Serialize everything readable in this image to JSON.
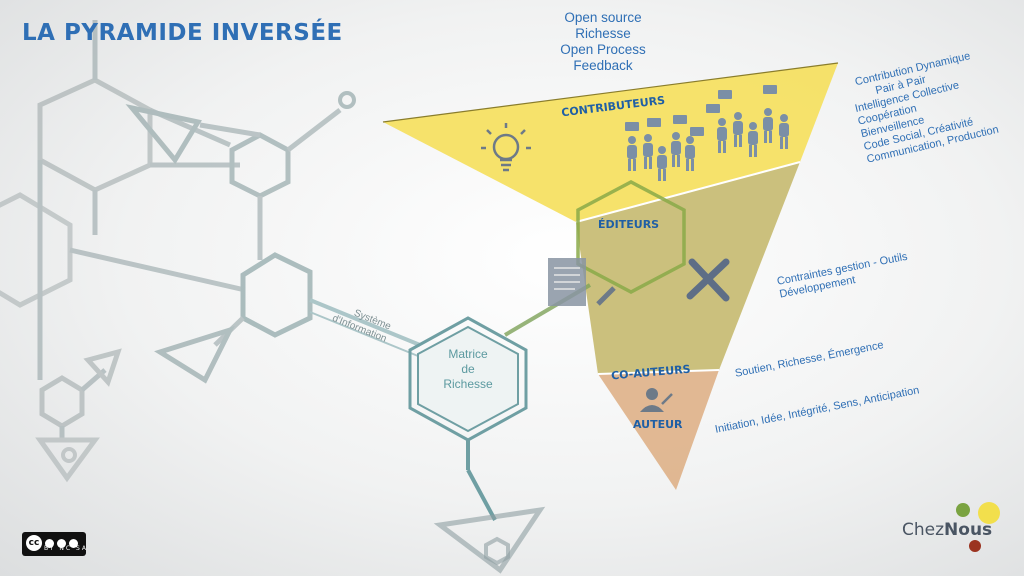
{
  "title": "LA PYRAMIDE INVERSÉE",
  "top_list": [
    "Open source",
    "Richesse",
    "Open Process",
    "Feedback"
  ],
  "layers": {
    "contributeurs": "CONTRIBUTEURS",
    "editeurs": "ÉDITEURS",
    "co_auteurs": "CO-AUTEURS",
    "auteur": "AUTEUR"
  },
  "right_lists": {
    "contributeurs": [
      "Contribution Dynamique",
      "Pair à Pair",
      "Intelligence Collective",
      "Coopération",
      "Bienveillence",
      "Code Social, Créativité",
      "Communication, Production"
    ],
    "editeurs": [
      "Contraintes gestion - Outils",
      "Développement"
    ],
    "co_auteurs": [
      "Soutien, Richesse, Émergence"
    ],
    "auteur": [
      "Initiation, Idée, Intégrité, Sens, Anticipation"
    ]
  },
  "matrix": [
    "Matrice",
    "de",
    "Richesse"
  ],
  "system_label": [
    "Système",
    "d'Information"
  ],
  "logo": {
    "part1": "Chez",
    "part2": "Nous"
  },
  "license": {
    "mark": "cc",
    "tags": "BY NC SA"
  },
  "colors": {
    "title": "#2f6fb5",
    "layer_contributeurs": "#f5df5e",
    "layer_editeurs": "#c7bb72",
    "layer_auteur": "#deb28a",
    "network": "#6f9fa3",
    "people": "#7b8fa6"
  }
}
